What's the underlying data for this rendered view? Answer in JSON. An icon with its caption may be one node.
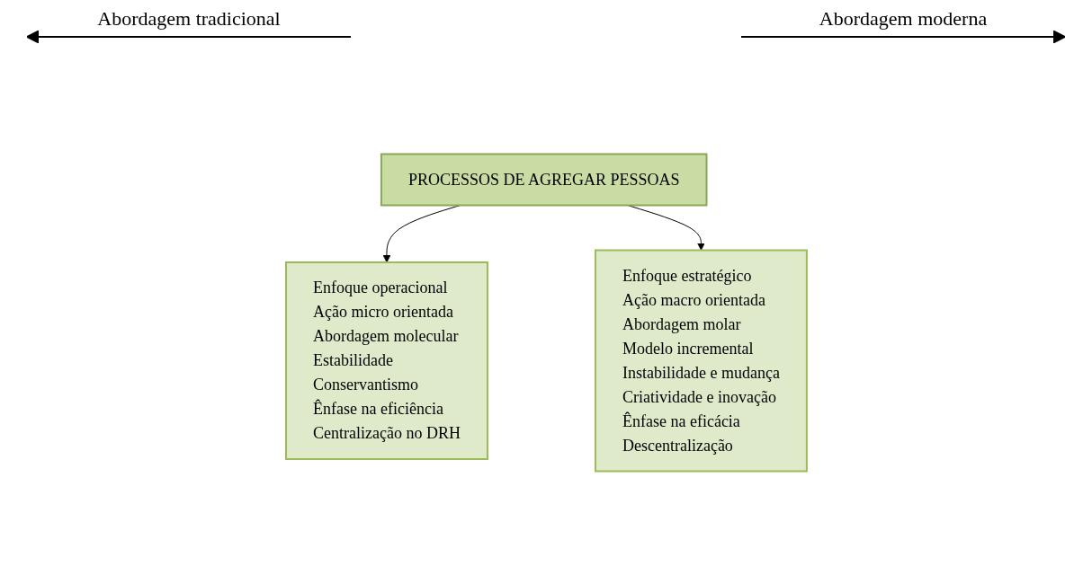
{
  "diagram": {
    "nodes": [
      {
        "text": [
          "Enfoque operacional",
          "Ação micro orientada",
          "Abordagem molecular",
          "Estabilidade",
          "Conservantismo",
          "Ênfase na eficiência",
          "Centralização no DRH"
        ]
      },
      {
        "text": [
          "PROCESSOS DE AGREGAR PESSOAS"
        ]
      },
      {
        "text": [
          "Enfoque estratégico",
          "Ação macro orientada",
          "Abordagem molar",
          "Modelo incremental",
          "Instabilidade e mudança",
          "Criatividade e inovação",
          "Ênfase na eficácia",
          "Descentralização"
        ]
      }
    ],
    "edges": [
      {
        "from": 1,
        "to": 0,
        "arrow": "to"
      },
      {
        "from": 1,
        "to": 2,
        "arrow": "to"
      }
    ],
    "labels": [
      "Abordagem tradicional",
      "Abordagem moderna"
    ]
  }
}
